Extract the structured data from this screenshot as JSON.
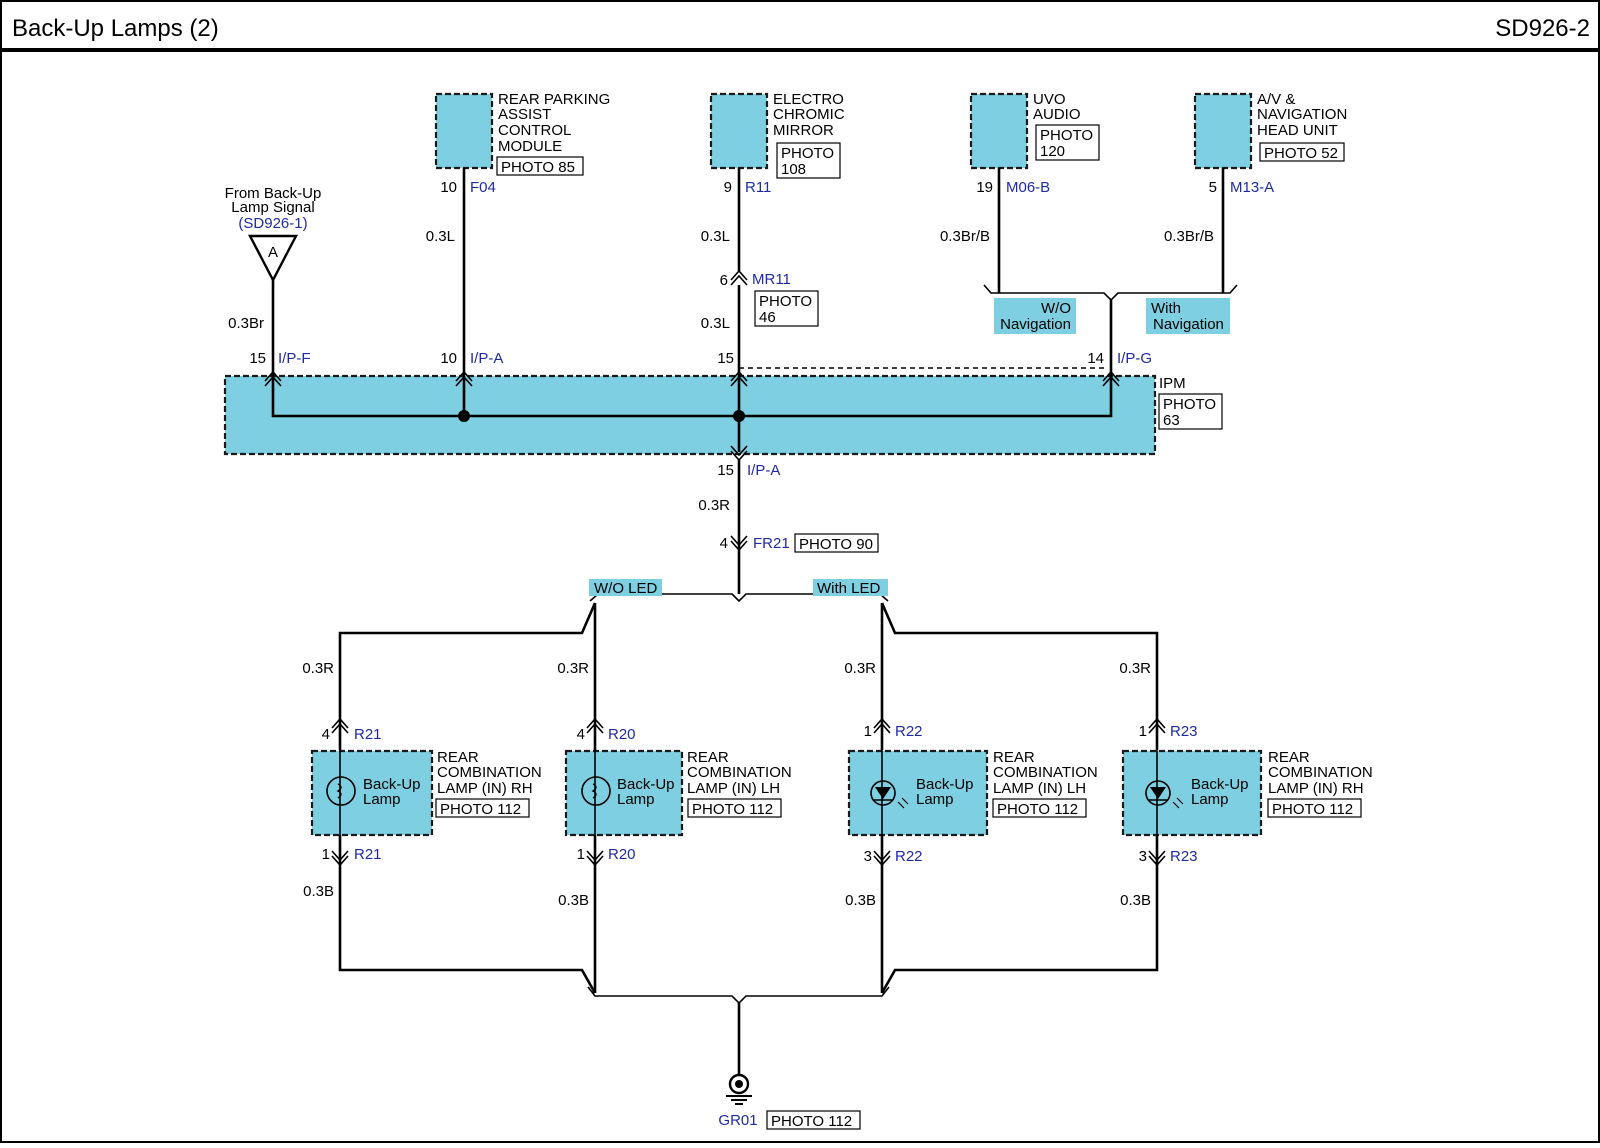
{
  "header": {
    "title": "Back-Up Lamps (2)",
    "code": "SD926-2"
  },
  "source": {
    "line1": "From Back-Up",
    "line2": "Lamp Signal",
    "ref": "(SD926-1)",
    "letter": "A"
  },
  "modules": {
    "rpa": {
      "lines": [
        "REAR PARKING",
        "ASSIST",
        "CONTROL",
        "MODULE"
      ],
      "photo": "PHOTO 85",
      "pin": "10",
      "conn": "F04"
    },
    "ecm": {
      "lines": [
        "ELECTRO",
        "CHROMIC",
        "MIRROR"
      ],
      "photo": [
        "PHOTO",
        "108"
      ],
      "pin": "9",
      "conn": "R11"
    },
    "uvo": {
      "lines": [
        "UVO",
        "AUDIO"
      ],
      "photo": [
        "PHOTO",
        "120"
      ],
      "pin": "19",
      "conn": "M06-B"
    },
    "avn": {
      "lines": [
        "A/V &",
        "NAVIGATION",
        "HEAD UNIT"
      ],
      "photo": "PHOTO 52",
      "pin": "5",
      "conn": "M13-A"
    }
  },
  "wires": {
    "br": "0.3Br",
    "l1": "0.3L",
    "l2": "0.3L",
    "l3": "0.3L",
    "brb1": "0.3Br/B",
    "brb2": "0.3Br/B",
    "r_main": "0.3R",
    "r1": "0.3R",
    "r2": "0.3R",
    "r3": "0.3R",
    "r4": "0.3R",
    "b1": "0.3B",
    "b2": "0.3B",
    "b3": "0.3B",
    "b4": "0.3B"
  },
  "mr11": {
    "pin": "6",
    "conn": "MR11",
    "photo": [
      "PHOTO",
      "46"
    ]
  },
  "options": {
    "wo_nav": [
      "W/O",
      "Navigation"
    ],
    "with_nav": [
      "With",
      "Navigation"
    ],
    "wo_led": "W/O LED",
    "with_led": "With LED"
  },
  "ipm": {
    "label": "IPM",
    "photo": [
      "PHOTO",
      "63"
    ],
    "in1": {
      "pin": "15",
      "conn": "I/P-F"
    },
    "in2": {
      "pin": "10",
      "conn": "I/P-A"
    },
    "in3": {
      "pin": "15"
    },
    "in4": {
      "pin": "14",
      "conn": "I/P-G"
    },
    "out": {
      "pin": "15",
      "conn": "I/P-A"
    }
  },
  "fr21": {
    "pin": "4",
    "conn": "FR21",
    "photo": "PHOTO 90"
  },
  "lamps": [
    {
      "top_pin": "4",
      "top_conn": "R21",
      "bot_pin": "1",
      "bot_conn": "R21",
      "name": [
        "Back-Up",
        "Lamp"
      ],
      "label": [
        "REAR",
        "COMBINATION",
        "LAMP (IN) RH"
      ],
      "photo": "PHOTO 112"
    },
    {
      "top_pin": "4",
      "top_conn": "R20",
      "bot_pin": "1",
      "bot_conn": "R20",
      "name": [
        "Back-Up",
        "Lamp"
      ],
      "label": [
        "REAR",
        "COMBINATION",
        "LAMP (IN) LH"
      ],
      "photo": "PHOTO 112"
    },
    {
      "top_pin": "1",
      "top_conn": "R22",
      "bot_pin": "3",
      "bot_conn": "R22",
      "name": [
        "Back-Up",
        "Lamp"
      ],
      "label": [
        "REAR",
        "COMBINATION",
        "LAMP (IN) LH"
      ],
      "photo": "PHOTO 112"
    },
    {
      "top_pin": "1",
      "top_conn": "R23",
      "bot_pin": "3",
      "bot_conn": "R23",
      "name": [
        "Back-Up",
        "Lamp"
      ],
      "label": [
        "REAR",
        "COMBINATION",
        "LAMP (IN) RH"
      ],
      "photo": "PHOTO 112"
    }
  ],
  "ground": {
    "conn": "GR01",
    "photo": "PHOTO 112"
  }
}
